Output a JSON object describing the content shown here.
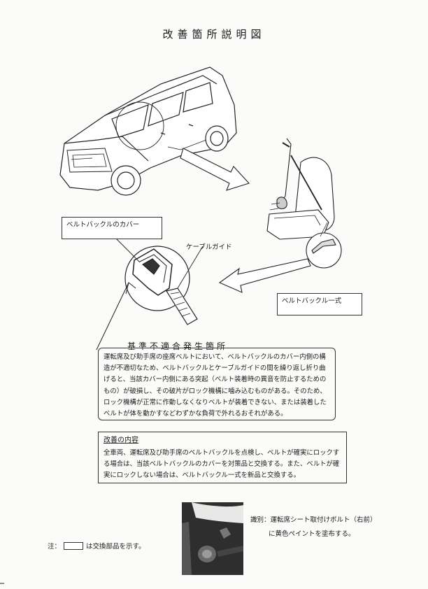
{
  "page": {
    "title": "改善箇所説明図"
  },
  "callouts": {
    "belt_buckle_cover": "ベルトバックルのカバー",
    "cable_guide": "ケーブルガイド",
    "belt_buckle_assembly": "ベルトバックル一式"
  },
  "nonconformity": {
    "heading": "基準不適合発生箇所",
    "body": "運転席及び助手席の座席ベルトにおいて、ベルトバックルのカバー内側の構造が不適切なため、ベルトバックルとケーブルガイドの間を繰り返し折り曲げると、当該カバー内側にある突起（ベルト装着時の異音を防止するためのもの）が破損し、その破片がロック機構に噛み込むものがある。そのため、ロック機構が正常に作動しなくなりベルトが装着できない、または装着したベルトが体を動かすなどわずかな負荷で外れるおそれがある。"
  },
  "improvement": {
    "heading": "改善の内容",
    "body": "全車両、運転席及び助手席のベルトバックルを点検し、ベルトが確実にロックする場合は、当該ベルトバックルのカバーを対策品と交換する。また、ベルトが確実にロックしない場合は、ベルトバックル一式を新品と交換する。"
  },
  "identification": {
    "line1": "識別：運転席シート取付けボルト（右前）",
    "line2": "に黄色ペイントを塗布する。"
  },
  "note": {
    "prefix": "注：",
    "suffix": "は交換部品を示す。"
  }
}
